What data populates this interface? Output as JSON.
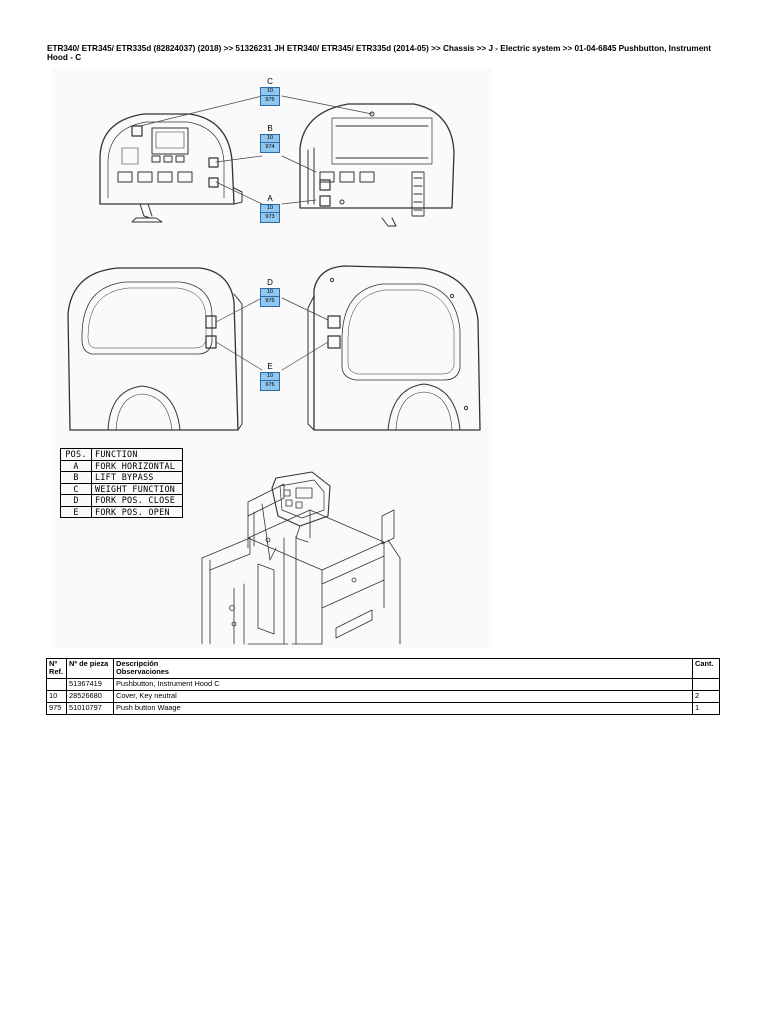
{
  "header": {
    "breadcrumb": "ETR340/ ETR345/ ETR335d (82824037) (2018) >> 51326231 JH ETR340/ ETR345/ ETR335d (2014-05) >> Chassis >> J - Electric system >> 01-04-6845 Pushbutton, Instrument Hood - C"
  },
  "figure": {
    "callouts": [
      {
        "letter": "C",
        "ref": "10",
        "part": "975"
      },
      {
        "letter": "B",
        "ref": "10",
        "part": "974"
      },
      {
        "letter": "A",
        "ref": "10",
        "part": "973"
      },
      {
        "letter": "D",
        "ref": "10",
        "part": "976"
      },
      {
        "letter": "E",
        "ref": "10",
        "part": "976"
      }
    ],
    "callout_fill": "#8fc7ef"
  },
  "position_table": {
    "header": {
      "pos": "POS.",
      "function": "FUNCTION"
    },
    "rows": [
      {
        "pos": "A",
        "function": "FORK HORIZONTAL"
      },
      {
        "pos": "B",
        "function": "LIFT BYPASS"
      },
      {
        "pos": "C",
        "function": "WEIGHT FUNCTION"
      },
      {
        "pos": "D",
        "function": "FORK POS. CLOSE"
      },
      {
        "pos": "E",
        "function": "FORK POS. OPEN"
      }
    ]
  },
  "parts_table": {
    "headers": {
      "ref": "Nº Ref.",
      "part_no": "Nº de pieza",
      "description": "Descripción",
      "notes": "Observaciones",
      "qty": "Cant."
    },
    "rows": [
      {
        "ref": "",
        "part_no": "51367419",
        "description": "Pushbutton, Instrument Hood C",
        "qty": ""
      },
      {
        "ref": "10",
        "part_no": "28526680",
        "description": "Cover, Key neutral",
        "qty": "2"
      },
      {
        "ref": "975",
        "part_no": "51010797",
        "description": "Push button Waage",
        "qty": "1"
      }
    ]
  }
}
